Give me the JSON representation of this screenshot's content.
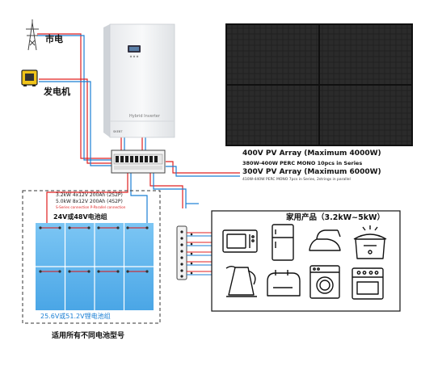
{
  "labels": {
    "grid": "市电",
    "generator": "发电机",
    "inverter_name": "Hybrid Inverter",
    "inverter_brand": "SKEBT",
    "battery_spec_1": "3.2kW 4x12V 200Ah (2S2P)",
    "battery_spec_2": "5.0kW 8x12V 200Ah (4S2P)",
    "battery_spec_3": "S-Series connection P-Parallel connection",
    "battery_bank_top": "24V或48V电池组",
    "battery_bank_bottom": "25.6V或51.2V锂电池组",
    "battery_compat": "适用所有不同电池型号",
    "pv_line_1": "400V PV Array (Maximum 4000W)",
    "pv_line_2": "380W-400W PERC MONO 10pcs in Series",
    "pv_line_3": "300V PV Array (Maximum 6000W)",
    "pv_line_4": "410W-440W PERC MONO 7pcs in Series, 2strings in parallel",
    "home_title": "家用产品（3.2kW~5kW）"
  },
  "appliances": [
    {
      "icon": "microwave-icon"
    },
    {
      "icon": "refrigerator-icon"
    },
    {
      "icon": "iron-icon"
    },
    {
      "icon": "rice-cooker-icon"
    },
    {
      "icon": "kettle-icon"
    },
    {
      "icon": "toaster-icon"
    },
    {
      "icon": "washing-machine-icon"
    },
    {
      "icon": "oven-icon"
    }
  ],
  "colors": {
    "ac_wire": "#e02020",
    "dc_wire": "#1a7fd4",
    "battery": "#5fb4ee",
    "panel": "#1b1b1b"
  }
}
